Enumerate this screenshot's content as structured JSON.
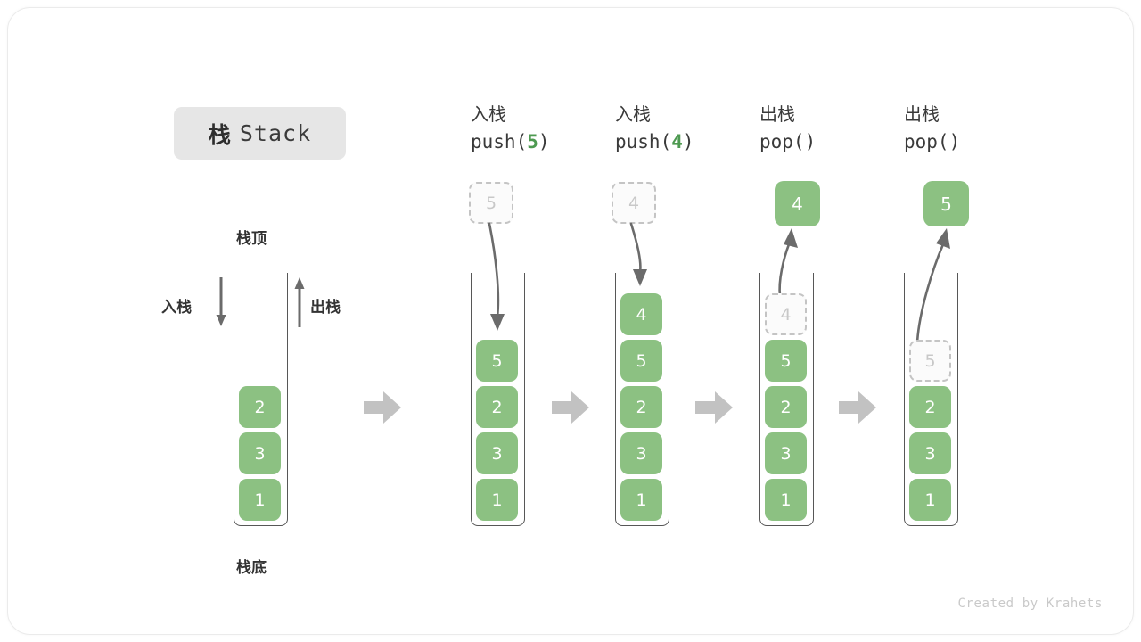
{
  "card": {
    "title_cn": "栈",
    "title_en": "Stack",
    "footer": "Created by Krahets"
  },
  "colors": {
    "cell_green": "#8cc182",
    "accent_green": "#4e9a51",
    "ghost_border": "#c4c4c4",
    "ghost_text": "#c8c8c8",
    "arrow_gray": "#bfbfbf",
    "container_stroke": "#575757",
    "title_chip_bg": "#e6e6e6",
    "text_dark": "#333333",
    "footer_text": "#c9c9c9"
  },
  "legend": {
    "top_label": "栈顶",
    "bottom_label": "栈底",
    "push_label": "入栈",
    "pop_label": "出栈"
  },
  "panels": [
    {
      "id": "initial",
      "head_line1": "",
      "head_line2": "",
      "head_num": "",
      "stack": [
        "2",
        "3",
        "1"
      ],
      "ghost_above": null,
      "ghost_in_stack": null,
      "popped": null
    },
    {
      "id": "push-5",
      "head_line1": "入栈",
      "head_line2_pre": "push(",
      "head_num": "5",
      "head_line2_post": ")",
      "stack": [
        "5",
        "2",
        "3",
        "1"
      ],
      "ghost_above": "5",
      "ghost_in_stack": null,
      "popped": null
    },
    {
      "id": "push-4",
      "head_line1": "入栈",
      "head_line2_pre": "push(",
      "head_num": "4",
      "head_line2_post": ")",
      "stack": [
        "4",
        "5",
        "2",
        "3",
        "1"
      ],
      "ghost_above": "4",
      "ghost_in_stack": null,
      "popped": null
    },
    {
      "id": "pop-4",
      "head_line1": "出栈",
      "head_line2_pre": "pop(",
      "head_num": "",
      "head_line2_post": ")",
      "stack": [
        "5",
        "2",
        "3",
        "1"
      ],
      "ghost_above": null,
      "ghost_in_stack": "4",
      "popped": "4"
    },
    {
      "id": "pop-5",
      "head_line1": "出栈",
      "head_line2_pre": "pop(",
      "head_num": "",
      "head_line2_post": ")",
      "stack": [
        "2",
        "3",
        "1"
      ],
      "ghost_above": null,
      "ghost_in_stack": "5",
      "popped": "5"
    }
  ],
  "separators": [
    "arrow-right-icon",
    "arrow-right-icon",
    "arrow-right-icon",
    "arrow-right-icon"
  ]
}
